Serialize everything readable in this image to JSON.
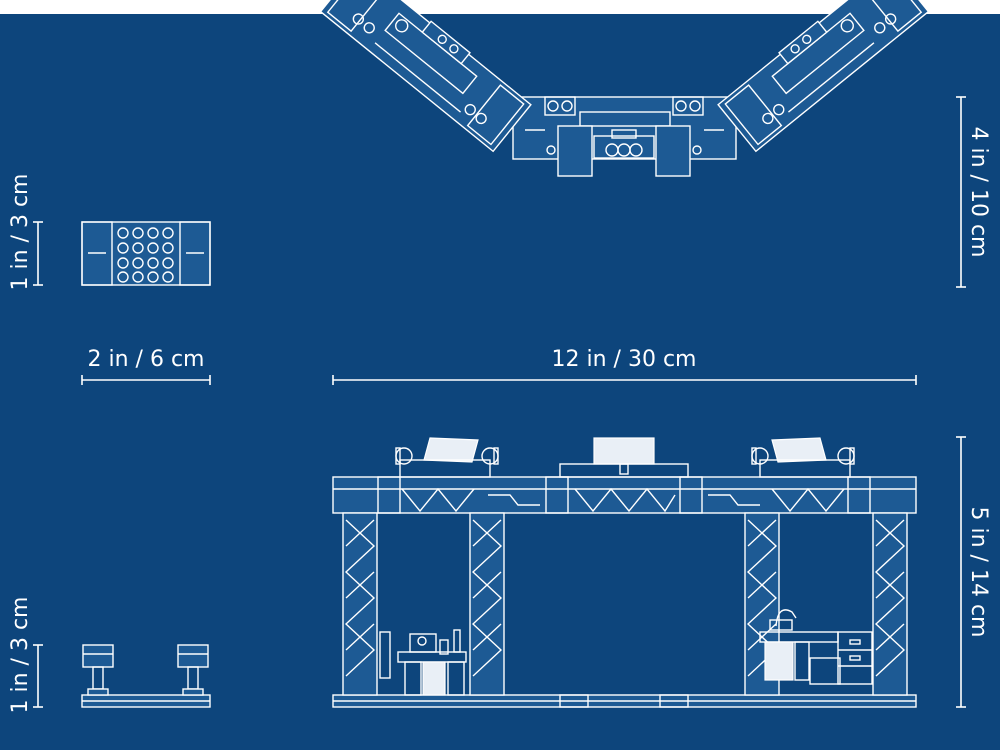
{
  "dimensions": {
    "small_top_height": "1 in / 3 cm",
    "small_width": "2 in / 6 cm",
    "small_bottom_height": "1 in / 3 cm",
    "large_width": "12 in / 30 cm",
    "large_top_height": "4 in / 10 cm",
    "large_front_height": "5 in / 14 cm"
  },
  "colors": {
    "background": "#0d457c",
    "lines": "#ffffff"
  }
}
